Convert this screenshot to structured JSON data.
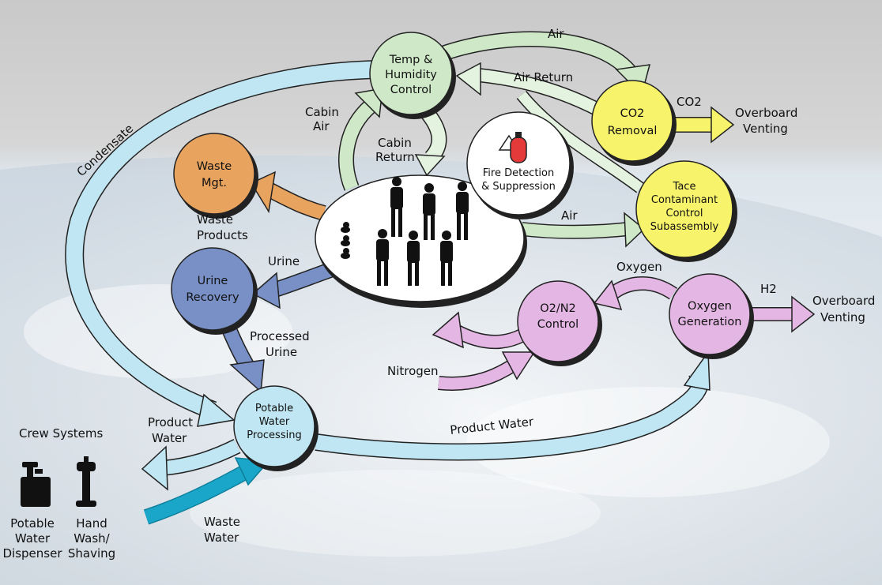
{
  "colors": {
    "cyan": "#bfe6f2",
    "cyan_dark": "#1aa6c8",
    "green": "#cfe9c8",
    "orange": "#e8a35e",
    "blue": "#7890c6",
    "yellow": "#f7f36a",
    "violet": "#e4b6e4",
    "white": "#ffffff"
  },
  "nodes": {
    "temp_humidity": [
      "Temp &",
      "Humidity",
      "Control"
    ],
    "co2_removal": [
      "CO2",
      "Removal"
    ],
    "trace_contaminant": [
      "Tace",
      "Contaminant",
      "Control",
      "Subassembly"
    ],
    "fire_detection": [
      "Fire Detection",
      "& Suppression"
    ],
    "waste_mgt": [
      "Waste",
      "Mgt."
    ],
    "urine_recovery": [
      "Urine",
      "Recovery"
    ],
    "potable_water": [
      "Potable",
      "Water",
      "Processing"
    ],
    "o2n2_control": [
      "O2/N2",
      "Control"
    ],
    "oxygen_generation": [
      "Oxygen",
      "Generation"
    ]
  },
  "labels": {
    "air_top": "Air",
    "air_return": "Air Return",
    "co2": "CO2",
    "overboard_venting_1": [
      "Overboard",
      "Venting"
    ],
    "cabin_air": [
      "Cabin",
      "Air"
    ],
    "cabin_return": [
      "Cabin",
      "Return"
    ],
    "air_mid": "Air",
    "condensate": "Condensate",
    "waste_products": [
      "Waste",
      "Products"
    ],
    "urine": "Urine",
    "oxygen": "Oxygen",
    "h2": "H2",
    "overboard_venting_2": [
      "Overboard",
      "Venting"
    ],
    "processed_urine": [
      "Processed",
      "Urine"
    ],
    "nitrogen": "Nitrogen",
    "crew_systems": "Crew Systems",
    "product_water_left": [
      "Product",
      "Water"
    ],
    "product_water_right": "Product Water",
    "potable_dispenser": [
      "Potable",
      "Water",
      "Dispenser"
    ],
    "hand_wash": [
      "Hand",
      "Wash/",
      "Shaving"
    ],
    "waste_water": [
      "Waste",
      "Water"
    ]
  },
  "icons": [
    "crew-figure-icon",
    "duck-icon",
    "extinguisher-icon",
    "water-dispenser-icon",
    "faucet-icon"
  ]
}
